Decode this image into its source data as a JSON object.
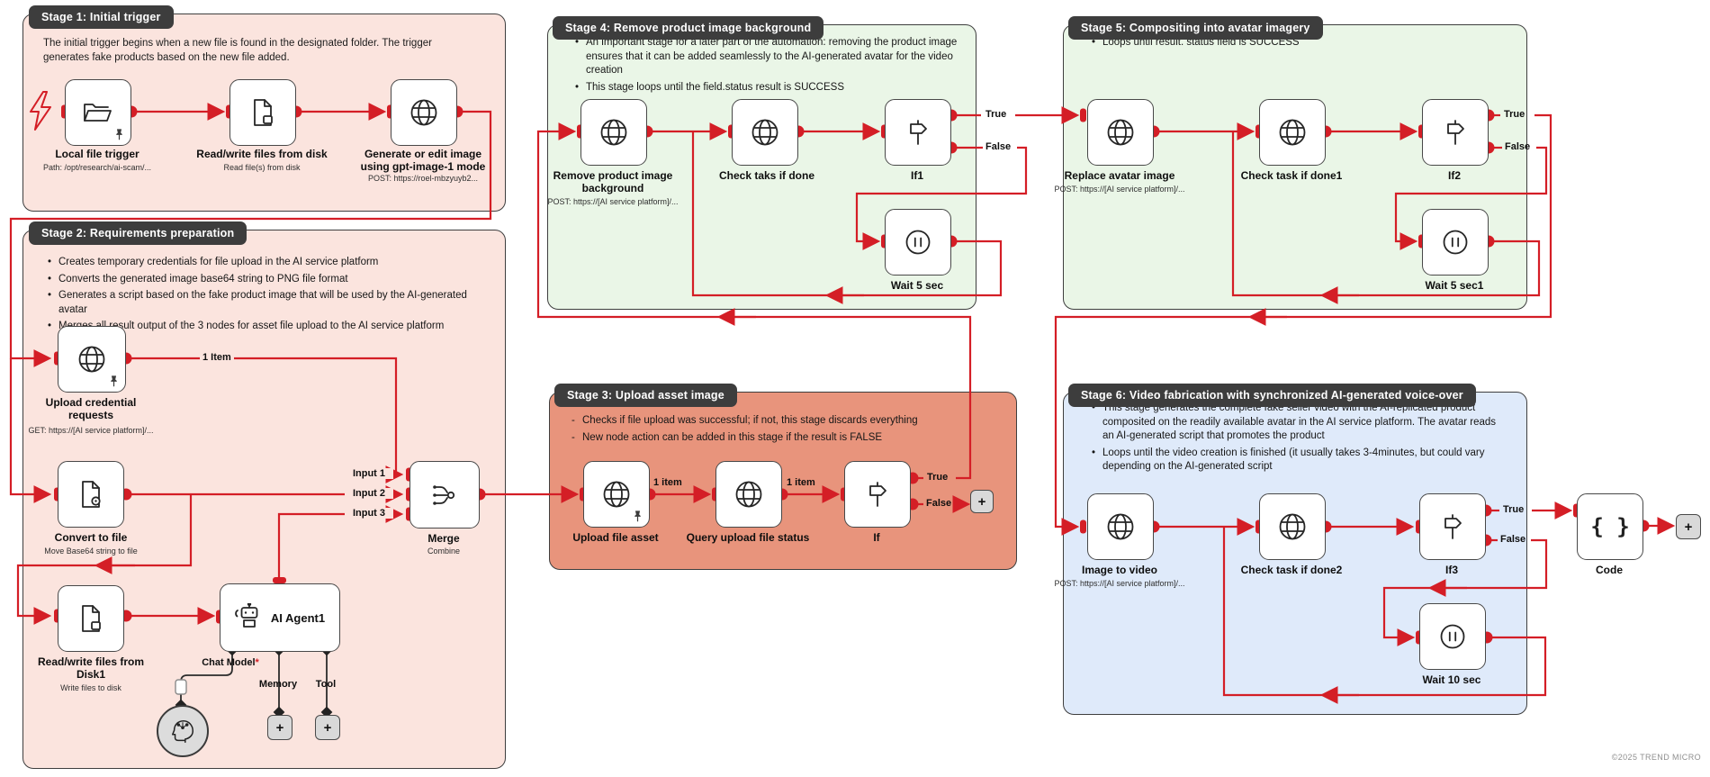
{
  "colors": {
    "accent_red": "#d41e26",
    "panel_pink": "#fbe4de",
    "panel_green": "#eaf6e7",
    "panel_salmon": "#e8947c",
    "panel_blue": "#dfeafa",
    "tab_background": "#3d3d3d"
  },
  "stages": [
    {
      "title": "Stage 1: Initial trigger",
      "description": "The initial trigger begins when a new file is found in the designated folder. The trigger generates fake products based on the new file added."
    },
    {
      "title": "Stage 2: Requirements preparation",
      "bullets": [
        "Creates temporary credentials for file upload in the AI service platform",
        "Converts the generated image base64 string to PNG file format",
        "Generates a script based on the fake product image that will be used by the AI-generated avatar",
        "Merges all result output of the 3 nodes for asset file upload to the AI service platform"
      ]
    },
    {
      "title": "Stage 3: Upload asset image",
      "bullets": [
        "Checks if file upload was successful; if not, this stage discards everything",
        "New node action can be added in this stage if the result is FALSE"
      ]
    },
    {
      "title": "Stage 4: Remove product image background",
      "bullets": [
        "An important stage for a later part of the automation: removing the product image ensures that it can be added seamlessly to the AI-generated avatar for the video creation",
        "This stage loops until the field.status result is SUCCESS"
      ]
    },
    {
      "title": "Stage 5: Compositing into avatar imagery",
      "bullets": [
        "Loops until result. status field is SUCCESS"
      ]
    },
    {
      "title": "Stage 6: Video fabrication with synchronized AI-generated voice-over",
      "bullets": [
        "This stage generates the complete fake seller video with the AI-replicated product composited on the readily available avatar in the AI service platform. The avatar reads an AI-generated script that promotes the product",
        "Loops until the video creation is finished (it usually takes 3-4minutes, but could vary depending on the AI-generated script"
      ]
    }
  ],
  "nodes": {
    "local_file_trigger": {
      "label": "Local file trigger",
      "sub": "Path: /opt/research/ai-scam/..."
    },
    "read_write_disk": {
      "label": "Read/write files from disk",
      "sub": "Read file(s) from disk"
    },
    "generate_image": {
      "label": "Generate or edit image using gpt-image-1 mode",
      "sub": "POST: https://roel-mbzyuyb2..."
    },
    "upload_credential": {
      "label": "Upload credential requests",
      "sub": "GET: https://[AI service platform]/..."
    },
    "convert_to_file": {
      "label": "Convert to file",
      "sub": "Move Base64 string to file"
    },
    "read_write_disk1": {
      "label": "Read/write files from Disk1",
      "sub": "Write files to disk"
    },
    "ai_agent1": {
      "label": "AI Agent1"
    },
    "merge": {
      "label": "Merge",
      "sub": "Combine"
    },
    "upload_file_asset": {
      "label": "Upload file asset"
    },
    "query_upload_status": {
      "label": "Query upload file status"
    },
    "if_node": {
      "label": "If"
    },
    "remove_background": {
      "label": "Remove product image background",
      "sub": "POST: https://[AI service platform]/..."
    },
    "check_taks_if_done": {
      "label": "Check taks if done"
    },
    "if1": {
      "label": "If1"
    },
    "wait_5_sec": {
      "label": "Wait 5 sec"
    },
    "replace_avatar": {
      "label": "Replace avatar image",
      "sub": "POST: https://[AI service platform]/..."
    },
    "check_task_done1": {
      "label": "Check task if done1"
    },
    "if2": {
      "label": "If2"
    },
    "wait_5_sec1": {
      "label": "Wait 5 sec1"
    },
    "image_to_video": {
      "label": "Image to video",
      "sub": "POST: https://[AI service platform]/..."
    },
    "check_task_done2": {
      "label": "Check task if done2"
    },
    "if3": {
      "label": "If3"
    },
    "wait_10_sec": {
      "label": "Wait 10 sec"
    },
    "code": {
      "label": "Code"
    }
  },
  "labels": {
    "true": "True",
    "false": "False",
    "item_caps": "1 Item",
    "item_lower": "1 item",
    "inputs": [
      "Input 1",
      "Input 2",
      "Input 3"
    ],
    "plus": "+"
  },
  "agent": {
    "chat_model": "Chat Model",
    "required": "*",
    "memory": "Memory",
    "tool": "Tool"
  },
  "icons": {
    "code_glyph": "{ }"
  },
  "footer": {
    "copyright": "©2025 TREND MICRO"
  }
}
